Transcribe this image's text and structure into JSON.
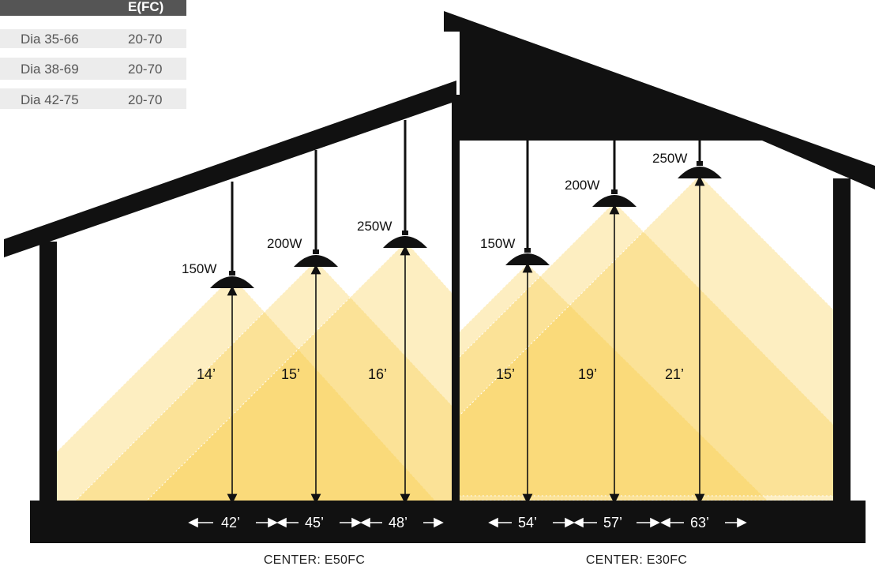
{
  "table": {
    "headers": [
      "",
      "E(FC)"
    ],
    "rows": [
      {
        "beam": "Dia 35-66",
        "efc": "20-70"
      },
      {
        "beam": "Dia 38-69",
        "efc": "20-70"
      },
      {
        "beam": "Dia 42-75",
        "efc": "20-70"
      }
    ]
  },
  "buildings": [
    {
      "caption": "CENTER: E50FC",
      "fixtures": [
        {
          "watt": "150W",
          "height": "14’",
          "width": "42’"
        },
        {
          "watt": "200W",
          "height": "15’",
          "width": "45’"
        },
        {
          "watt": "250W",
          "height": "16’",
          "width": "48’"
        }
      ]
    },
    {
      "caption": "CENTER: E30FC",
      "fixtures": [
        {
          "watt": "150W",
          "height": "15’",
          "width": "54’"
        },
        {
          "watt": "200W",
          "height": "19’",
          "width": "57’"
        },
        {
          "watt": "250W",
          "height": "21’",
          "width": "63’"
        }
      ]
    }
  ],
  "colors": {
    "structure": "#111111",
    "light": "#f8c93e",
    "table_header": "#555555",
    "table_row": "#ececec"
  }
}
